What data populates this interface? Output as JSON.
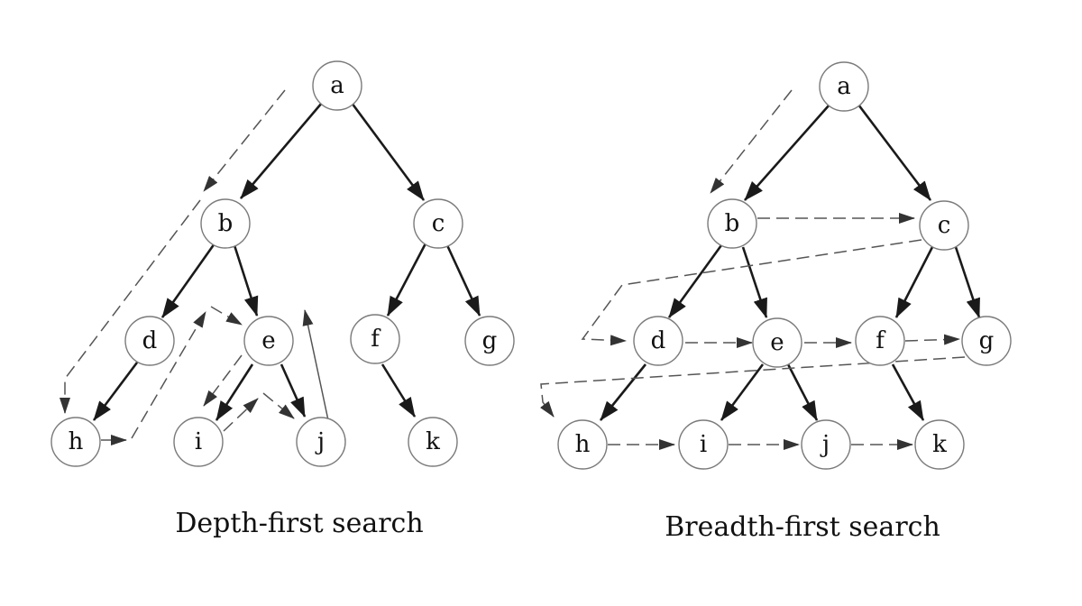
{
  "dfs": {
    "caption": "Depth-first search",
    "nodes": [
      {
        "id": "a",
        "label": "a"
      },
      {
        "id": "b",
        "label": "b"
      },
      {
        "id": "c",
        "label": "c"
      },
      {
        "id": "d",
        "label": "d"
      },
      {
        "id": "e",
        "label": "e"
      },
      {
        "id": "f",
        "label": "f"
      },
      {
        "id": "g",
        "label": "g"
      },
      {
        "id": "h",
        "label": "h"
      },
      {
        "id": "i",
        "label": "i"
      },
      {
        "id": "j",
        "label": "j"
      },
      {
        "id": "k",
        "label": "k"
      }
    ],
    "tree_edges": [
      {
        "from": "a",
        "to": "b"
      },
      {
        "from": "a",
        "to": "c"
      },
      {
        "from": "b",
        "to": "d"
      },
      {
        "from": "b",
        "to": "e"
      },
      {
        "from": "c",
        "to": "f"
      },
      {
        "from": "c",
        "to": "g"
      },
      {
        "from": "d",
        "to": "h"
      },
      {
        "from": "e",
        "to": "i"
      },
      {
        "from": "e",
        "to": "j"
      },
      {
        "from": "f",
        "to": "k"
      }
    ],
    "traversal_order": [
      "a",
      "b",
      "d",
      "h",
      "e",
      "i",
      "j"
    ]
  },
  "bfs": {
    "caption": "Breadth-first search",
    "nodes": [
      {
        "id": "a",
        "label": "a"
      },
      {
        "id": "b",
        "label": "b"
      },
      {
        "id": "c",
        "label": "c"
      },
      {
        "id": "d",
        "label": "d"
      },
      {
        "id": "e",
        "label": "e"
      },
      {
        "id": "f",
        "label": "f"
      },
      {
        "id": "g",
        "label": "g"
      },
      {
        "id": "h",
        "label": "h"
      },
      {
        "id": "i",
        "label": "i"
      },
      {
        "id": "j",
        "label": "j"
      },
      {
        "id": "k",
        "label": "k"
      }
    ],
    "tree_edges": [
      {
        "from": "a",
        "to": "b"
      },
      {
        "from": "a",
        "to": "c"
      },
      {
        "from": "b",
        "to": "d"
      },
      {
        "from": "b",
        "to": "e"
      },
      {
        "from": "c",
        "to": "f"
      },
      {
        "from": "c",
        "to": "g"
      },
      {
        "from": "d",
        "to": "h"
      },
      {
        "from": "e",
        "to": "i"
      },
      {
        "from": "e",
        "to": "j"
      },
      {
        "from": "f",
        "to": "k"
      }
    ],
    "traversal_order": [
      "a",
      "b",
      "c",
      "d",
      "e",
      "f",
      "g",
      "h",
      "i",
      "j",
      "k"
    ]
  }
}
